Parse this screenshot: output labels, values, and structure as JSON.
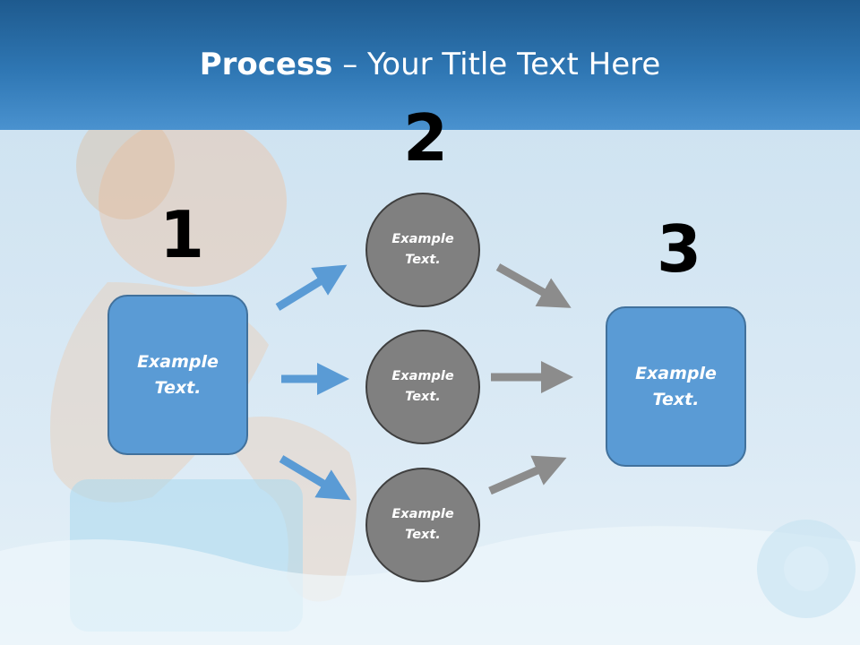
{
  "slide": {
    "title_bold": "Process",
    "title_rest": " – Your Title Text Here"
  },
  "steps": {
    "step1": {
      "number": "1",
      "text": "Example Text."
    },
    "step2": {
      "number": "2",
      "circles": [
        {
          "text": "Example Text."
        },
        {
          "text": "Example Text."
        },
        {
          "text": "Example Text."
        }
      ]
    },
    "step3": {
      "number": "3",
      "text": "Example Text."
    }
  },
  "colors": {
    "header": "#2f77b4",
    "box_fill": "#5a9bd5",
    "circle_fill": "#808080",
    "arrow_blue": "#5a9bd5",
    "arrow_gray": "#8c8c8c"
  }
}
